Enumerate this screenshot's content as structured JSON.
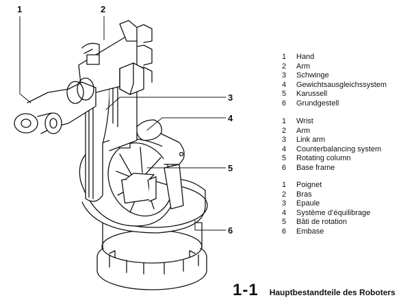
{
  "figure": {
    "number": "1-1",
    "title": "Hauptbestandteile des Roboters"
  },
  "callouts": [
    "1",
    "2",
    "3",
    "4",
    "5",
    "6"
  ],
  "legends": {
    "german": [
      {
        "num": "1",
        "label": "Hand"
      },
      {
        "num": "2",
        "label": "Arm"
      },
      {
        "num": "3",
        "label": "Schwinge"
      },
      {
        "num": "4",
        "label": "Gewichtsausgleichssystem"
      },
      {
        "num": "5",
        "label": "Karussell"
      },
      {
        "num": "6",
        "label": "Grundgestell"
      }
    ],
    "english": [
      {
        "num": "1",
        "label": "Wrist"
      },
      {
        "num": "2",
        "label": "Arm"
      },
      {
        "num": "3",
        "label": "Link arm"
      },
      {
        "num": "4",
        "label": "Counterbalancing system"
      },
      {
        "num": "5",
        "label": "Rotating column"
      },
      {
        "num": "6",
        "label": "Base frame"
      }
    ],
    "french": [
      {
        "num": "1",
        "label": "Poignet"
      },
      {
        "num": "2",
        "label": "Bras"
      },
      {
        "num": "3",
        "label": "Epaule"
      },
      {
        "num": "4",
        "label": "Système d’équilibrage"
      },
      {
        "num": "5",
        "label": "Bâti de rotation"
      },
      {
        "num": "6",
        "label": "Embase"
      }
    ]
  }
}
